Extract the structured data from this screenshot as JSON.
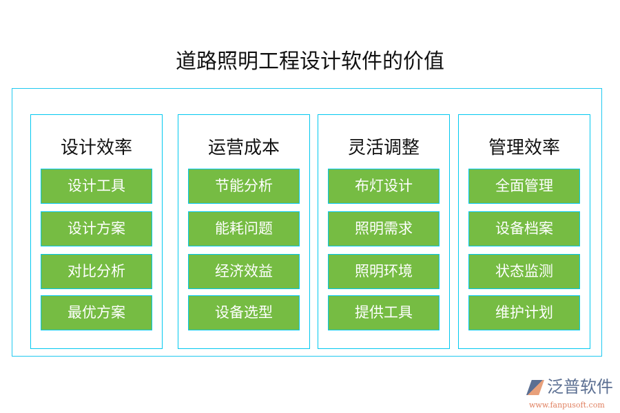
{
  "title": "道路照明工程设计软件的价值",
  "colors": {
    "item_fill": "#76BC43",
    "border": "#00C8F0"
  },
  "columns": [
    {
      "title": "设计效率",
      "items": [
        "设计工具",
        "设计方案",
        "对比分析",
        "最优方案"
      ]
    },
    {
      "title": "运营成本",
      "items": [
        "节能分析",
        "能耗问题",
        "经济效益",
        "设备选型"
      ]
    },
    {
      "title": "灵活调整",
      "items": [
        "布灯设计",
        "照明需求",
        "照明环境",
        "提供工具"
      ]
    },
    {
      "title": "管理效率",
      "items": [
        "全面管理",
        "设备档案",
        "状态监测",
        "维护计划"
      ]
    }
  ],
  "logo": {
    "name": "泛普软件",
    "url": "www.fanpusoft.com"
  }
}
